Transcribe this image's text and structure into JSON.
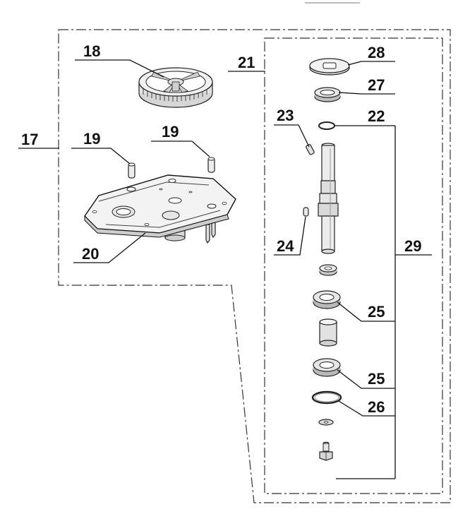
{
  "colors": {
    "line": "#111111",
    "part_fill": "#f2f2f2",
    "part_shade": "#d6d6d6",
    "part_dark": "#9a9a9a"
  },
  "callouts": {
    "c17": "17",
    "c18": "18",
    "c19a": "19",
    "c19b": "19",
    "c20": "20",
    "c21": "21",
    "c22": "22",
    "c23": "23",
    "c24": "24",
    "c25a": "25",
    "c25b": "25",
    "c26": "26",
    "c27": "27",
    "c28": "28",
    "c29": "29"
  }
}
